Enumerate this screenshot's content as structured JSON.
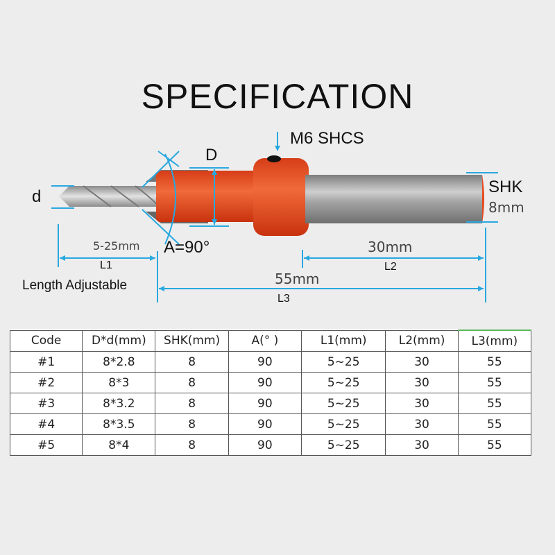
{
  "title": "SPECIFICATION",
  "diagram": {
    "labels": {
      "screw": "M6 SHCS",
      "big_diameter": "D",
      "small_diameter": "d",
      "shank_label": "SHK",
      "shank_value": "8mm",
      "angle": "A=90°",
      "l1_value": "5-25mm",
      "l1_label": "L1",
      "l1_note": "Length Adjustable",
      "l2_value": "30mm",
      "l2_label": "L2",
      "l3_value": "55mm",
      "l3_label": "L3"
    },
    "colors": {
      "dimension_line": "#29a8e0",
      "collar": "#e8481e",
      "shank": "#9a9a9a",
      "background": "#ededed"
    }
  },
  "table": {
    "headers": [
      "Code",
      "D*d(mm)",
      "SHK(mm)",
      "A(° )",
      "L1(mm)",
      "L2(mm)",
      "L3(mm)"
    ],
    "rows": [
      [
        "#1",
        "8*2.8",
        "8",
        "90",
        "5~25",
        "30",
        "55"
      ],
      [
        "#2",
        "8*3",
        "8",
        "90",
        "5~25",
        "30",
        "55"
      ],
      [
        "#3",
        "8*3.2",
        "8",
        "90",
        "5~25",
        "30",
        "55"
      ],
      [
        "#4",
        "8*3.5",
        "8",
        "90",
        "5~25",
        "30",
        "55"
      ],
      [
        "#5",
        "8*4",
        "8",
        "90",
        "5~25",
        "30",
        "55"
      ]
    ]
  }
}
